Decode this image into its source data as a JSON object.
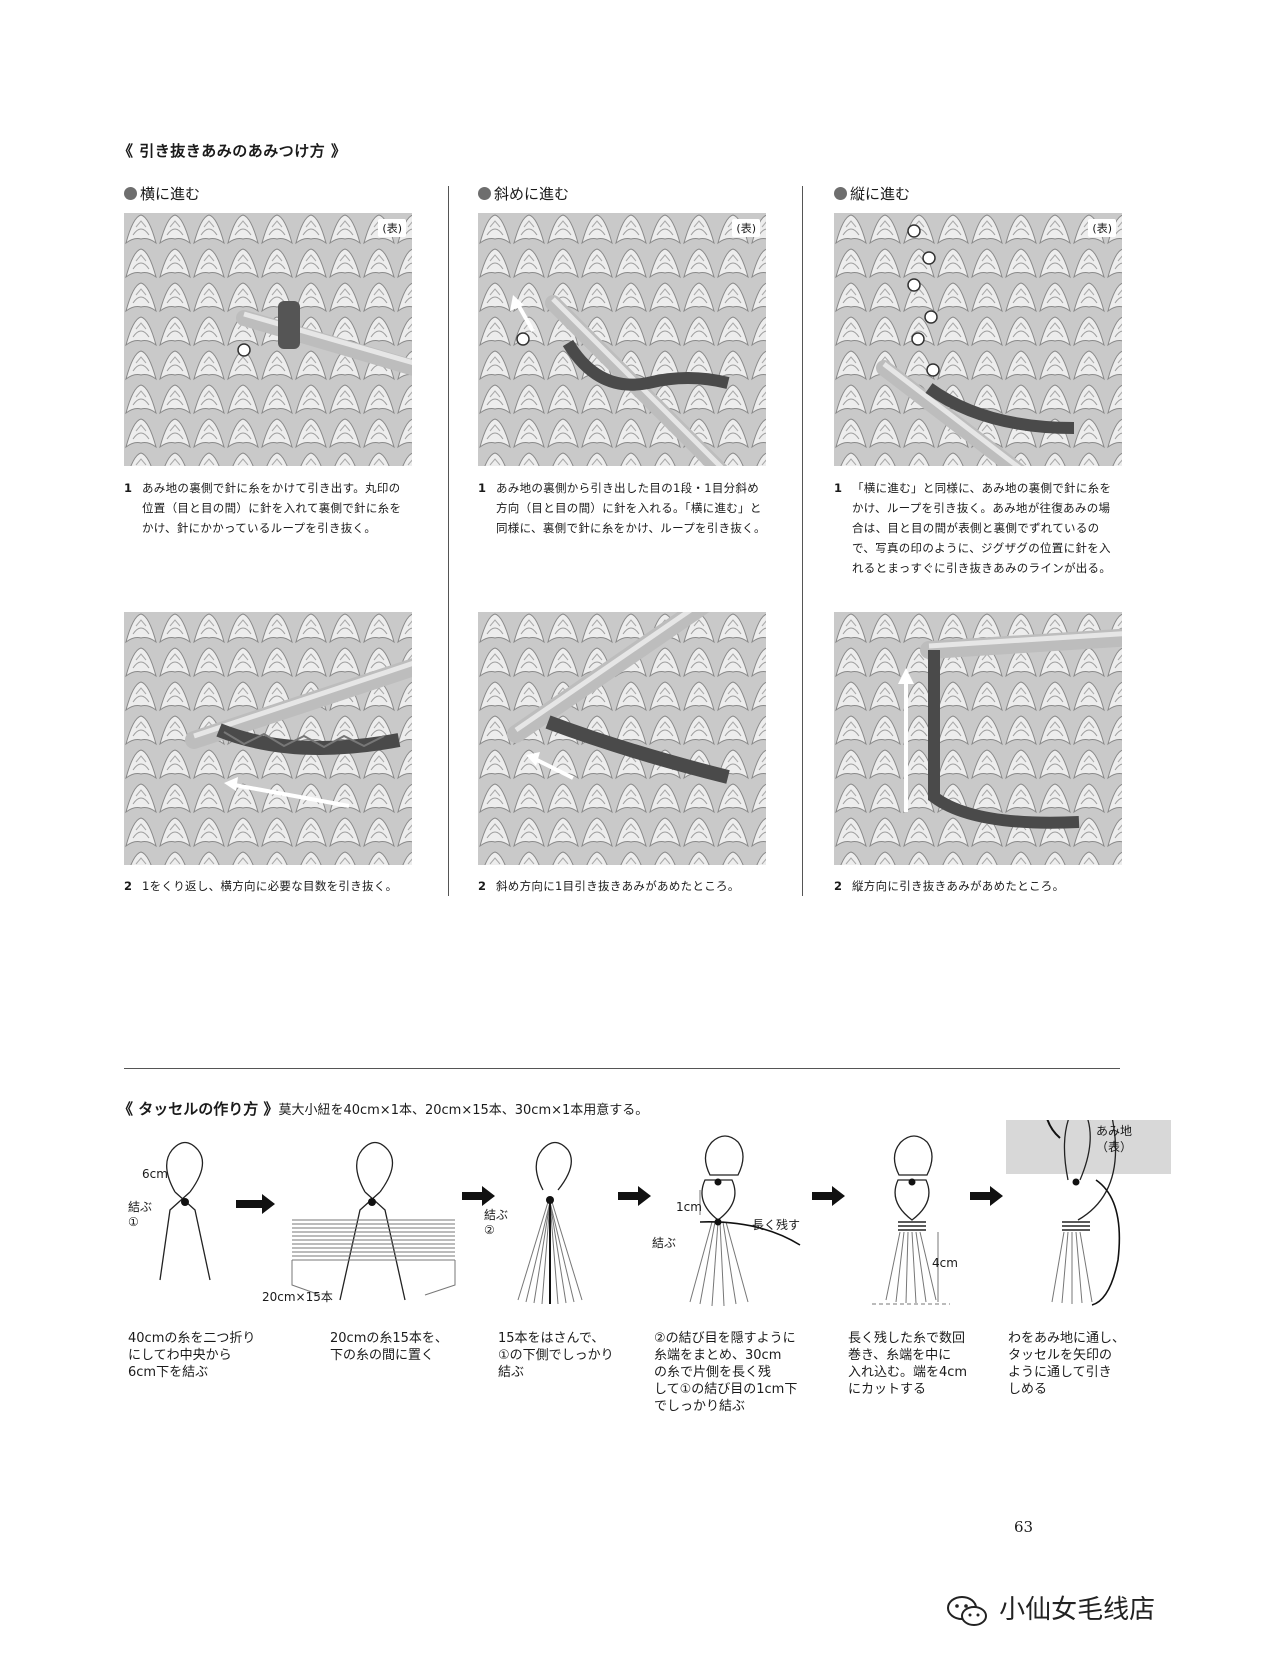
{
  "section1": {
    "title": "《 引き抜きあみのあみつけ方 》",
    "columns": [
      {
        "heading": "横に進む",
        "badge": "(表)",
        "step1": {
          "num": "1",
          "text": "あみ地の裏側で針に糸をかけて引き出す。丸印の位置（目と目の間）に針を入れて裏側で針に糸をかけ、針にかかっているループを引き抜く。"
        },
        "step2": {
          "num": "2",
          "text": "1をくり返し、横方向に必要な目数を引き抜く。"
        }
      },
      {
        "heading": "斜めに進む",
        "badge": "(表)",
        "step1": {
          "num": "1",
          "text": "あみ地の裏側から引き出した目の1段・1目分斜め方向（目と目の間）に針を入れる。「横に進む」と同様に、裏側で針に糸をかけ、ループを引き抜く。"
        },
        "step2": {
          "num": "2",
          "text": "斜め方向に1目引き抜きあみがあめたところ。"
        }
      },
      {
        "heading": "縦に進む",
        "badge": "(表)",
        "step1": {
          "num": "1",
          "text": "「横に進む」と同様に、あみ地の裏側で針に糸をかけ、ループを引き抜く。あみ地が往復あみの場合は、目と目の間が表側と裏側でずれているので、写真の印のように、ジグザグの位置に針を入れるとまっすぐに引き抜きあみのラインが出る。"
        },
        "step2": {
          "num": "2",
          "text": "縦方向に引き抜きあみがあめたところ。"
        }
      }
    ]
  },
  "section2": {
    "title": "《 タッセルの作り方 》",
    "subtitle": "莫大小紐を40cm×1本、20cm×15本、30cm×1本用意する。",
    "labels": {
      "six_cm": "6cm",
      "musubu1": "結ぶ\n①",
      "twenty_cm": "20cm×15本",
      "musubu2": "結ぶ\n②",
      "one_cm": "1cm",
      "nagaku": "長く残す",
      "musubu3": "結ぶ",
      "four_cm": "4cm",
      "amiji": "あみ地\n（表）"
    },
    "steps": [
      "40cmの糸を二つ折り\nにしてわ中央から\n6cm下を結ぶ",
      "20cmの糸15本を、\n下の糸の間に置く",
      "15本をはさんで、\n①の下側でしっかり\n結ぶ",
      "②の結び目を隠すように\n糸端をまとめ、30cm\nの糸で片側を長く残\nして①の結び目の1cm下\nでしっかり結ぶ",
      "長く残した糸で数回\n巻き、糸端を中に\n入れ込む。端を4cm\nにカットする",
      "わをあみ地に通し、\nタッセルを矢印の\nように通して引き\nしめる"
    ]
  },
  "page_number": "63",
  "watermark": "小仙女毛线店"
}
